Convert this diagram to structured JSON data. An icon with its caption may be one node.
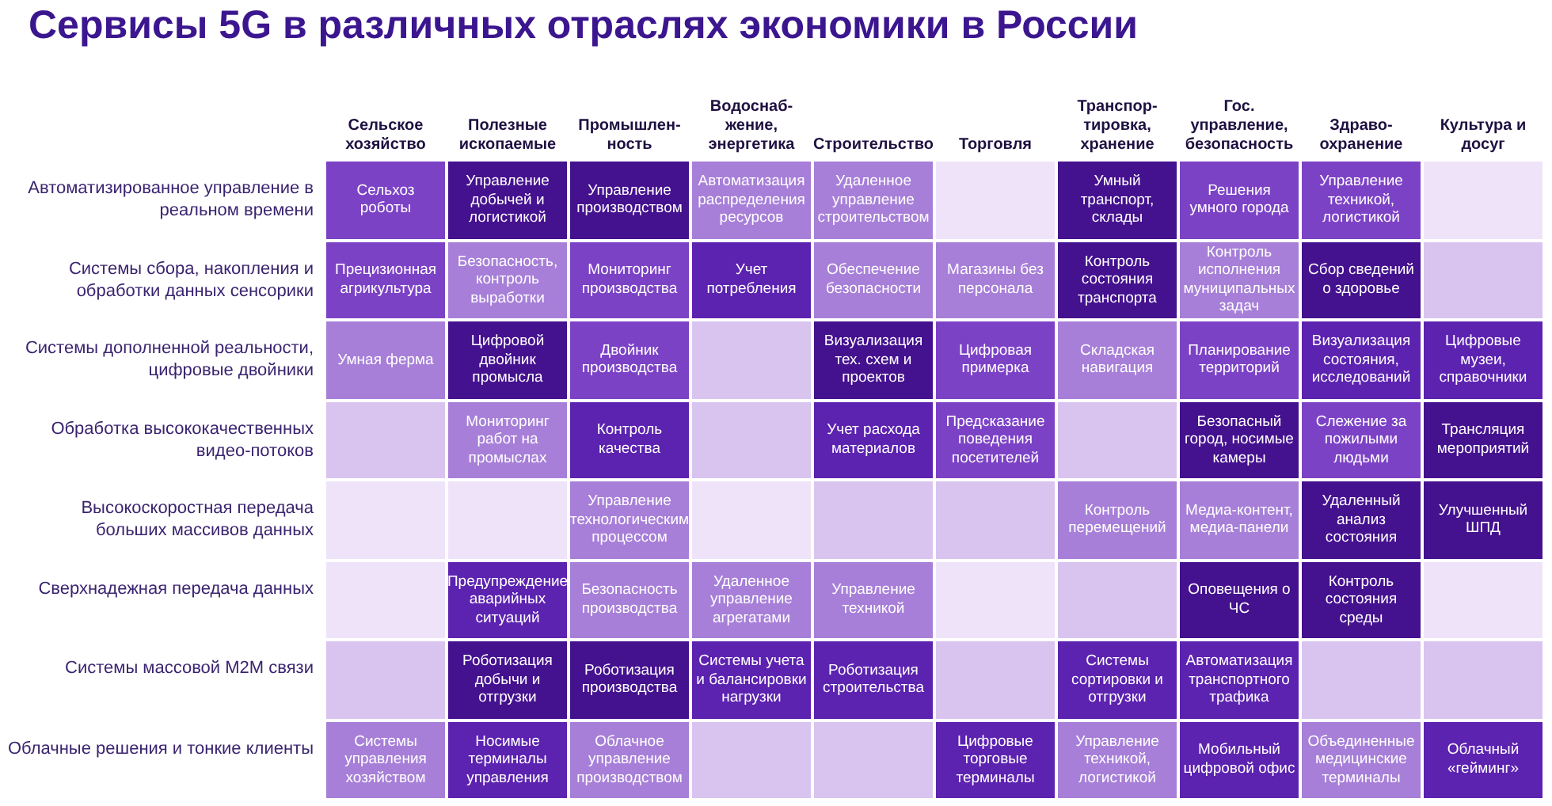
{
  "diagram": {
    "title": "Сервисы 5G в различных отраслях экономики в России",
    "labels": [
      "Сельское хозяйство",
      "Полезные ископаемые",
      "Промышлен-ность",
      "Водоснаб-жение, энергетика",
      "Строительство",
      "Торговля",
      "Транспор-тировка, хранение",
      "Гос. управление, безопасность",
      "Здраво-охранение",
      "Культура и досуг",
      "Автоматизированное управление в реальном времени",
      "Сельхоз роботы",
      "Управление добычей и логистикой",
      "Управление производством",
      "Автоматизация распределения ресурсов",
      "Удаленное управление строительством",
      "Умный транспорт, склады",
      "Решения умного города",
      "Управление техникой, логистикой",
      "Системы сбора, накопления и обработки данных сенсорики",
      "Прецизионная агрикультура",
      "Безопасность, контроль выработки",
      "Мониторинг производства",
      "Учет потребления",
      "Обеспечение безопасности",
      "Магазины без персонала",
      "Контроль состояния транспорта",
      "Контроль исполнения муниципальных задач",
      "Сбор сведений о здоровье",
      "Системы дополненной реальности, цифровые двойники",
      "Умная ферма",
      "Цифровой двойник промысла",
      "Двойник производства",
      "Визуализация тех. схем и проектов",
      "Цифровая примерка",
      "Складская навигация",
      "Планирование территорий",
      "Визуализация состояния, исследований",
      "Цифровые музеи, справочники",
      "Обработка высококачественных видео-потоков",
      "Мониторинг работ на промыслах",
      "Контроль качества",
      "Учет расхода материалов",
      "Предсказание поведения посетителей",
      "Безопасный город, носимые камеры",
      "Слежение за пожилыми людьми",
      "Трансляция мероприятий",
      "Высокоскоростная передача больших массивов данных",
      "Управление технологическим процессом",
      "Контроль перемещений",
      "Медиа-контент, медиа-панели",
      "Удаленный анализ состояния",
      "Улучшенный ШПД",
      "Сверхнадежная передача данных",
      "Предупреждение аварийных ситуаций",
      "Безопасность производства",
      "Удаленное управление агрегатами",
      "Управление техникой",
      "Оповещения о ЧС",
      "Контроль состояния среды",
      "Системы массовой M2M связи",
      "Роботизация добычи и отгрузки",
      "Роботизация производства",
      "Системы учета и балансировки нагрузки",
      "Роботизация строительства",
      "Системы сортировки и отгрузки",
      "Автоматизация транспортного трафика",
      "Облачные решения и тонкие клиенты",
      "Системы управления хозяйством",
      "Носимые терминалы управления",
      "Облачное управление производством",
      "Цифровые торговые терминалы",
      "Управление техникой, логистикой",
      "Мобильный цифровой офис",
      "Объединенные медицинские терминалы",
      "Облачный «гейминг»"
    ]
  }
}
